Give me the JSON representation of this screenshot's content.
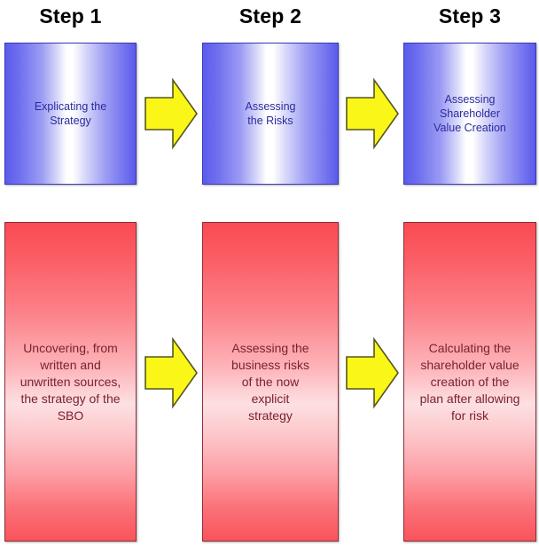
{
  "diagram": {
    "title_row": [
      {
        "label": "Step 1"
      },
      {
        "label": "Step 2"
      },
      {
        "label": "Step 3"
      }
    ],
    "top_row": {
      "fill_style": "blue-gradient",
      "text_color": "#2b2b9e",
      "border_color": "#3a3ab4",
      "boxes": [
        {
          "label": "Explicating the\nStrategy"
        },
        {
          "label": "Assessing\nthe Risks"
        },
        {
          "label": "Assessing\nShareholder\nValue Creation"
        }
      ]
    },
    "bottom_row": {
      "fill_style": "red-gradient",
      "text_color": "#7a2230",
      "border_color": "#8d2f38",
      "boxes": [
        {
          "label": "Uncovering, from\nwritten and\nunwritten sources,\nthe strategy of the\nSBO"
        },
        {
          "label": "Assessing the\nbusiness risks\nof the now\nexplicit\nstrategy"
        },
        {
          "label": "Calculating the\nshareholder value\ncreation of the\nplan after allowing\nfor risk"
        }
      ]
    },
    "arrows": {
      "icon": "right-arrow-icon",
      "fill": "#FAF618",
      "stroke": "#565621",
      "count": 4
    }
  }
}
